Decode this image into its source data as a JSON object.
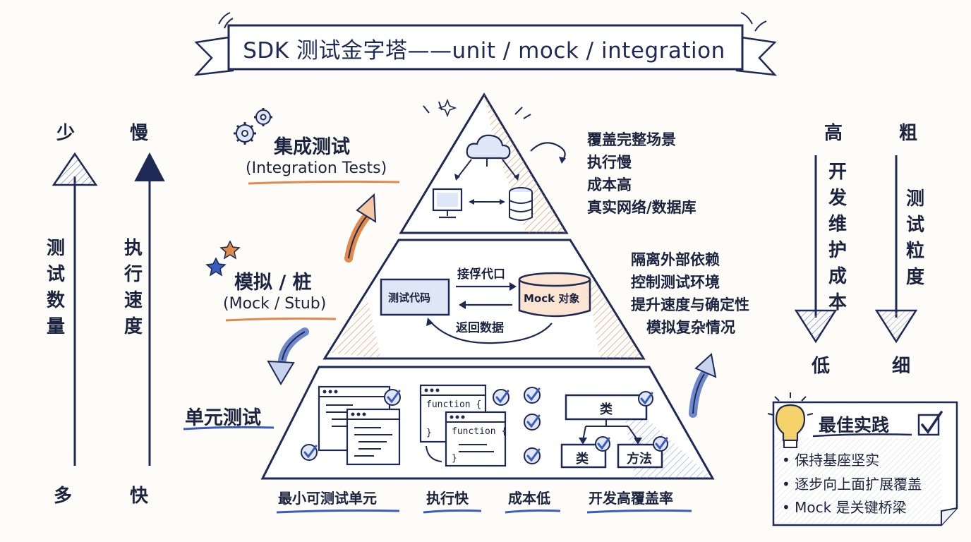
{
  "title": "SDK 测试金字塔——unit / mock / integration",
  "left_axes": [
    {
      "top": "少",
      "bottom": "多",
      "label": "测试数量"
    },
    {
      "top": "慢",
      "bottom": "快",
      "label": "执行速度"
    }
  ],
  "right_axes": [
    {
      "top": "高",
      "bottom": "低",
      "label": "开发维护成本"
    },
    {
      "top": "粗",
      "bottom": "细",
      "label": "测试粒度"
    }
  ],
  "layers": {
    "integration": {
      "title": "集成测试",
      "subtitle": "(Integration Tests)",
      "notes": [
        "覆盖完整场景",
        "执行慢",
        "成本高",
        "真实网络/数据库"
      ]
    },
    "mock": {
      "title": "模拟 / 桩",
      "subtitle": "(Mock / Stub)",
      "test_code_box": "测试代码",
      "mock_object_box": "Mock 对象",
      "call_label": "接俘代口",
      "return_label": "返回数据",
      "notes": [
        "隔离外部依赖",
        "控制测试环境",
        "提升速度与确定性",
        "模拟复杂情况"
      ]
    },
    "unit": {
      "title": "单元测试",
      "code_line": "function {",
      "code_close": "}",
      "class_box": "类",
      "child_class_box": "类",
      "method_box": "方法",
      "bottom_labels": [
        "最小可测试单元",
        "执行快",
        "成本低",
        "开发高覆盖率"
      ]
    }
  },
  "best_practices": {
    "title": "最佳实践",
    "items": [
      "• 保持基座坚实",
      "• 逐步向上面扩展覆盖",
      "• Mock 是关键桥梁"
    ]
  },
  "colors": {
    "ink": "#1c2340",
    "navy": "#1e2a55",
    "blue": "#3a5bbf",
    "orange": "#e0894a",
    "light_blue": "#dfe6f6"
  }
}
